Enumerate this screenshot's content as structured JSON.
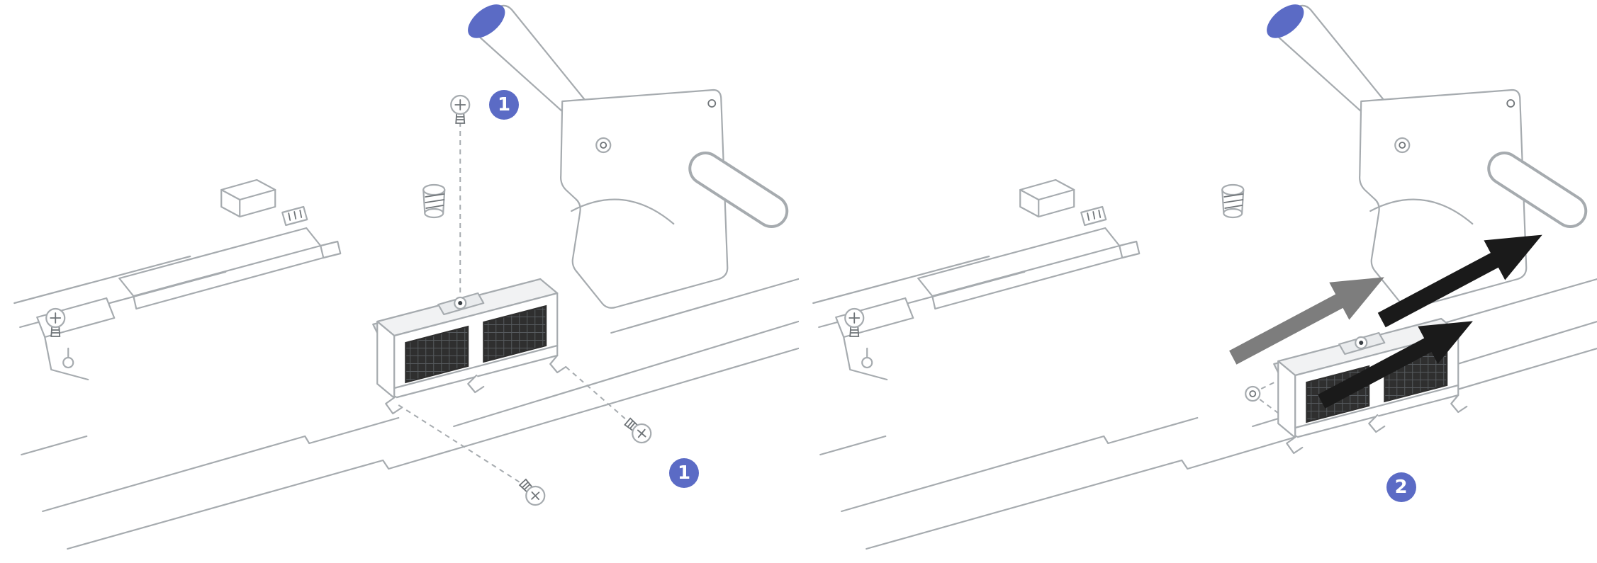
{
  "figure": {
    "type": "hardware-service-illustration",
    "panels": [
      {
        "name": "step-1-remove-screws",
        "callouts": [
          {
            "number": "1"
          },
          {
            "number": "1"
          }
        ]
      },
      {
        "name": "step-2-slide-out-connector",
        "callouts": [
          {
            "number": "2"
          }
        ]
      }
    ],
    "colors": {
      "accent_blue": "#5B6BC5",
      "line_gray": "#A6ABAF",
      "dark_line": "#6F7478",
      "mesh_dark": "#2F2F2F",
      "arrow_black": "#1A1A1A",
      "arrow_gray": "#7D7D7D",
      "background": "#FFFFFF"
    },
    "icons": [
      {
        "name": "callout-badge",
        "shape": "filled-circle-with-number"
      },
      {
        "name": "screw-icon",
        "shape": "circle-with-phillips-cross"
      },
      {
        "name": "removal-direction-arrow-icon",
        "shape": "solid-arrow-up-right"
      },
      {
        "name": "touch-point-icon",
        "shape": "blue-pill-on-latch"
      }
    ]
  }
}
